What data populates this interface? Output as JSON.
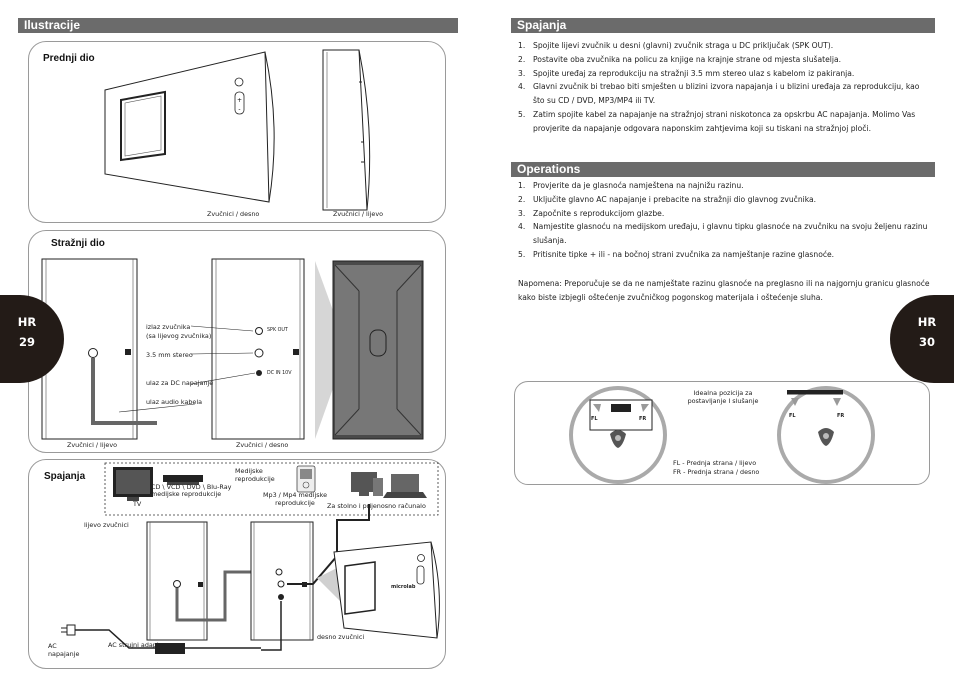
{
  "left_page": {
    "header": "Ilustracije",
    "front_panel": {
      "title": "Prednji dio",
      "label_right": "Zvučnici / desno",
      "label_left": "Zvučnici / lijevo"
    },
    "back_panel": {
      "title": "Stražnji dio",
      "annotations": {
        "speaker_out": "izlaz zvučnika",
        "speaker_out_sub": "(sa lijevog zvučnika)",
        "stereo": "3.5 mm stereo",
        "dc_in": "ulaz za DC napajanje",
        "audio_cable": "ulaz audio kabela"
      },
      "jack_labels": {
        "spk_out": "SPK OUT",
        "dc_in": "DC IN 10V"
      },
      "label_left": "Zvučnici / lijevo",
      "label_right": "Zvučnici / desno"
    },
    "connect_panel": {
      "title": "Spajanja",
      "devices": {
        "tv": "TV",
        "disc_players": "CD \\ VCD \\ DVD \\ Blu-Ray",
        "media_playback": "medijske reprodukcije",
        "media_reproduction": "Medijske\nreprodukcije",
        "mp3": "Mp3 / Mp4 medijske\nreprodukcije",
        "computers": "Za stolno i prijenosno računalo"
      },
      "left_speaker": "lijevo zvučnici",
      "right_speaker": "desno zvučnici",
      "ac_power": "AC\nnapajanje",
      "ac_adapter": "AC strujni adapter",
      "brand": "microlab"
    },
    "page_tab": {
      "lang": "HR",
      "page": "29"
    }
  },
  "right_page": {
    "connect_header": "Spajanja",
    "connect_steps": [
      {
        "n": "1.",
        "text": "Spojite lijevi zvučnik u desni (glavni) zvučnik straga u DC priključak (SPK OUT)."
      },
      {
        "n": "2.",
        "text": "Postavite oba zvučnika na policu za knjige na krajnje strane od mjesta slušatelja."
      },
      {
        "n": "3.",
        "text": "Spojite uređaj za reprodukciju na stražnji 3.5 mm stereo ulaz s kabelom iz pakiranja."
      },
      {
        "n": "4.",
        "text": "Glavni zvučnik bi trebao biti smješten u blizini izvora napajanja i u blizini uređaja za reprodukciju, kao što su CD / DVD, MP3/MP4  ili TV."
      },
      {
        "n": "5.",
        "text": "Zatim spojite kabel za napajanje na stražnjoj strani niskotonca za opskrbu AC napajanja. Molimo Vas provjerite da napajanje odgovara naponskim zahtjevima koji su tiskani na stražnjoj ploči."
      }
    ],
    "operations_header": "Operations",
    "operations_steps": [
      {
        "n": "1.",
        "text": "Provjerite da je glasnoća namještena na najnižu razinu."
      },
      {
        "n": "2.",
        "text": "Uključite glavno AC napajanje i prebacite na stražnji dio glavnog zvučnika."
      },
      {
        "n": "3.",
        "text": "Započnite s reprodukcijom glazbe."
      },
      {
        "n": "4.",
        "text": "Namjestite glasnoću na medijskom uređaju, i glavnu tipku glasnoće na zvučniku na svoju željenu razinu slušanja."
      },
      {
        "n": "5.",
        "text": "Pritisnite tipke + ili - na bočnoj strani zvučnika za namještanje razine glasnoće."
      }
    ],
    "note": "Napomena: Preporučuje se da ne namještate razinu glasnoće na preglasno ili na najgornju granicu glasnoće kako biste izbjegli oštećenje zvučničkog pogonskog materijala i oštećenje sluha.",
    "placement": {
      "caption": "Idealna pozicija za\npostavljanje I slušanje",
      "fl": "FL",
      "fr": "FR",
      "legend_fl": "FL - Prednja strana / lijevo",
      "legend_fr": "FR - Prednja strana / desno"
    },
    "page_tab": {
      "lang": "HR",
      "page": "30"
    }
  }
}
